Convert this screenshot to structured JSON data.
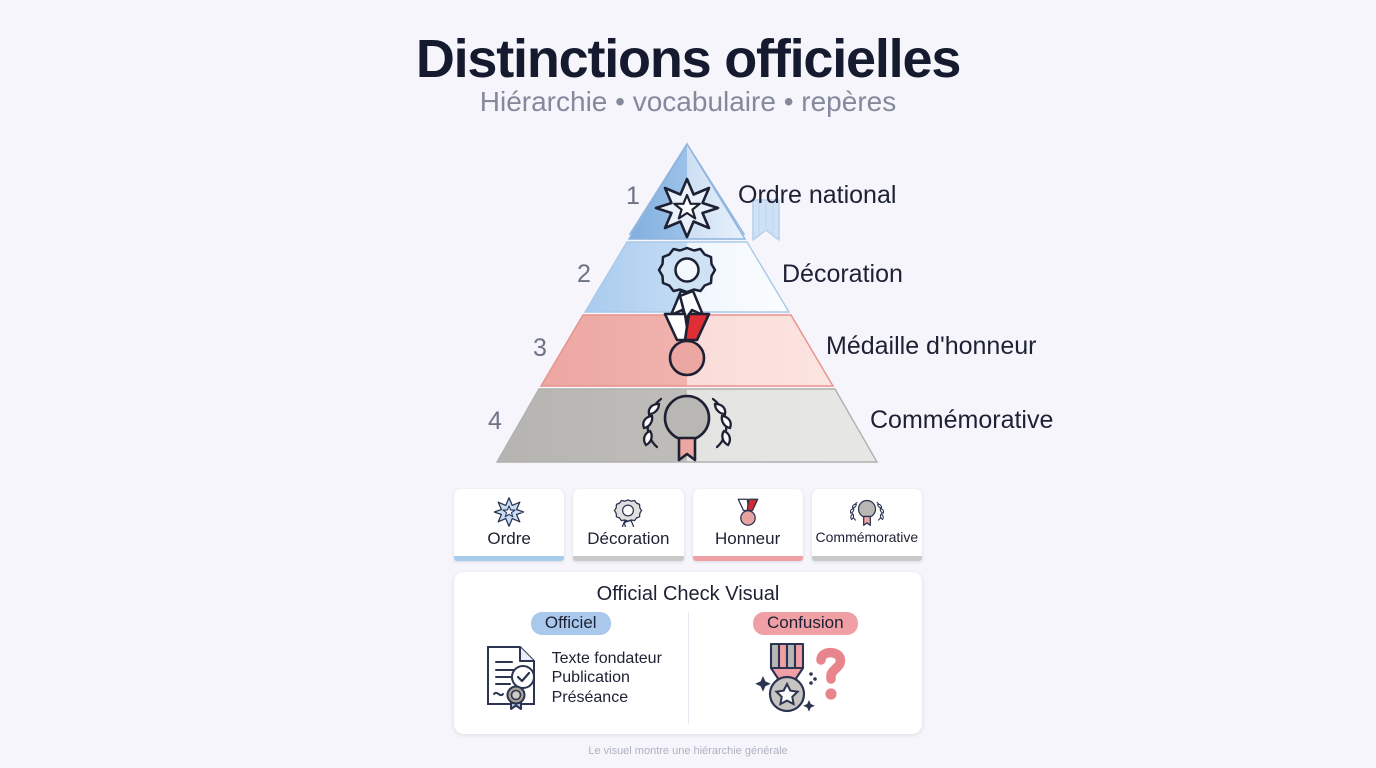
{
  "header": {
    "title": "Distinctions officielles",
    "subtitle": "Hiérarchie • vocabulaire • repères"
  },
  "pyramid": {
    "tiers": [
      {
        "rank": "1",
        "label": "Ordre national",
        "color_left": "#7fafdf",
        "color_right": "#cddff3",
        "stroke": "#93b7e0",
        "icon": "eight-point-star-icon"
      },
      {
        "rank": "2",
        "label": "Décoration",
        "color_left": "#a9cbee",
        "color_right": "#f0f6fd",
        "stroke": "#a9c9e8",
        "icon": "rosette-icon"
      },
      {
        "rank": "3",
        "label": "Médaille d'honneur",
        "color_left": "#eda7a2",
        "color_right": "#fadcd9",
        "stroke": "#e9918c",
        "icon": "medal-icon"
      },
      {
        "rank": "4",
        "label": "Commémorative",
        "color_left": "#b6b4b0",
        "color_right": "#e3e3e1",
        "stroke": "#b3b3b1",
        "icon": "laurel-wreath-icon"
      }
    ],
    "side_icon": "ribbon-bookmark-icon"
  },
  "cards": [
    {
      "label": "Ordre",
      "icon": "star-burst-icon",
      "bar_color": "#a8cbec"
    },
    {
      "label": "Décoration",
      "icon": "rosette-gray-icon",
      "bar_color": "#c9c9c7"
    },
    {
      "label": "Honneur",
      "icon": "medal-red-icon",
      "bar_color": "#f09fa4"
    },
    {
      "label": "Commémorative",
      "icon": "laurel-gray-icon",
      "bar_color": "#c9c9c7"
    }
  ],
  "panel": {
    "title": "Official Check Visual",
    "left": {
      "pill": "Officiel",
      "pill_color": "#a9c8ec",
      "icon": "certified-document-icon",
      "items": [
        "Texte fondateur",
        "Publication",
        "Préséance"
      ]
    },
    "right": {
      "pill": "Confusion",
      "pill_color": "#f09fa4",
      "icon": "medal-question-mark-icon"
    }
  },
  "footer": {
    "note": "Le visuel montre une hiérarchie générale"
  },
  "colors": {
    "background": "#f5f5fb",
    "title": "#161a2e",
    "subtitle": "#848a9c",
    "accent_blue": "#7fafdf",
    "accent_pink": "#eda7a2",
    "accent_gray": "#b6b4b0"
  }
}
